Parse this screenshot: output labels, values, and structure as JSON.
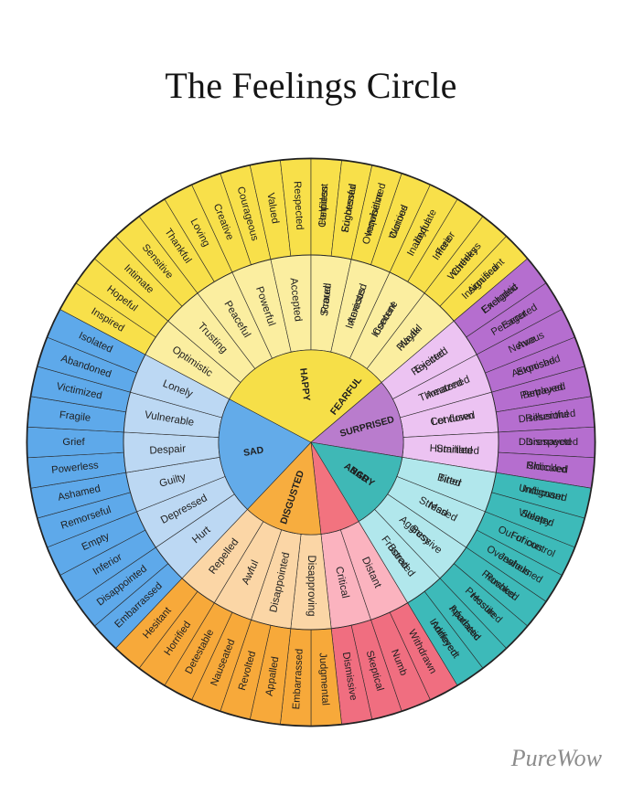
{
  "title": "The Feelings Circle",
  "brand": "PureWow",
  "ring_colors": [
    "#f9a070",
    "#fad7c2",
    "#fdf0e8"
  ],
  "families": [
    {
      "name": "FEARFUL",
      "colors": [
        "#f88a4d",
        "#fcdcc9",
        "#fff1e8",
        "#fb8a4a"
      ],
      "middle": [
        "Scared",
        "Anxious",
        "Insecure",
        "Weak",
        "Rejected",
        "Threatened"
      ],
      "outer": [
        "Helpless",
        "Frightened",
        "Overwhelmed",
        "Worried",
        "Inadequate",
        "Inferior",
        "Worthless",
        "Insignificant",
        "Excluded",
        "Persecuted",
        "Nervous",
        "Exposed"
      ]
    },
    {
      "name": "ANGRY",
      "colors": [
        "#f06e80",
        "#fbb3bf",
        "#fde3e7",
        "#f2737f"
      ],
      "middle": [
        "Let down",
        "Humiliated",
        "Bitter",
        "Mad",
        "Aggressive",
        "Frustrated",
        "Distant",
        "Critical"
      ],
      "outer": [
        "Betrayed",
        "Resentful",
        "Disrespected",
        "Ridiculed",
        "Indignant",
        "Violated",
        "Furious",
        "Jealous",
        "Provoked",
        "Hostile",
        "Infuriated",
        "Annoyed",
        "Withdrawn",
        "Numb",
        "Skeptical",
        "Dismissive"
      ]
    },
    {
      "name": "DISGUSTED",
      "colors": [
        "#f7a93a",
        "#fbd6a6",
        "#fdecd2",
        "#f7ad3f"
      ],
      "middle": [
        "Disapproving",
        "Disappointed",
        "Awful",
        "Repelled"
      ],
      "outer": [
        "Judgmental",
        "Embarrassed",
        "Appalled",
        "Revolted",
        "Nauseated",
        "Detestable",
        "Horrified",
        "Hesitant"
      ]
    },
    {
      "name": "SAD",
      "colors": [
        "#5ea9ea",
        "#bcd8f3",
        "#e1ecf8",
        "#63abe9"
      ],
      "middle": [
        "Hurt",
        "Depressed",
        "Guilty",
        "Despair",
        "Vulnerable",
        "Lonely"
      ],
      "outer": [
        "Embarrassed",
        "Disappointed",
        "Inferior",
        "Empty",
        "Remorseful",
        "Ashamed",
        "Powerless",
        "Grief",
        "Fragile",
        "Victimized",
        "Abandoned",
        "Isolated"
      ]
    },
    {
      "name": "HAPPY",
      "colors": [
        "#f8e04a",
        "#fbeea0",
        "#fdf6d2",
        "#f6df48"
      ],
      "middle": [
        "Optimistic",
        "Trusting",
        "Peaceful",
        "Powerful",
        "Accepted",
        "Proud",
        "Interested",
        "Content",
        "Playful"
      ],
      "outer": [
        "Inspired",
        "Hopeful",
        "Intimate",
        "Sensitive",
        "Thankful",
        "Loving",
        "Creative",
        "Courageous",
        "Valued",
        "Respected",
        "Confident",
        "Successful",
        "Inquisitive",
        "Curious",
        "Joyful",
        "Free",
        "Cheeky",
        "Aroused"
      ]
    },
    {
      "name": "SURPRISED",
      "colors": [
        "#b56ecf",
        "#ecc3f2",
        "#f7e4f9",
        "#b97ccd"
      ],
      "middle": [
        "Excited",
        "Amazed",
        "Confused",
        "Startled"
      ],
      "outer": [
        "Energetic",
        "Eager",
        "Awe",
        "Astonished",
        "Perplexed",
        "Disillusioned",
        "Dismayed",
        "Shocked"
      ]
    },
    {
      "name": "BAD",
      "colors": [
        "#3dbab9",
        "#b1e7ec",
        "#daf4f4",
        "#3fb8b6"
      ],
      "middle": [
        "Tired",
        "Stressed",
        "Busy",
        "Bored"
      ],
      "outer": [
        "Unfocused",
        "Sleepy",
        "Out of control",
        "Overwhelmed",
        "Rushed",
        "Pressured",
        "Apathetic",
        "Indifferent"
      ]
    }
  ]
}
